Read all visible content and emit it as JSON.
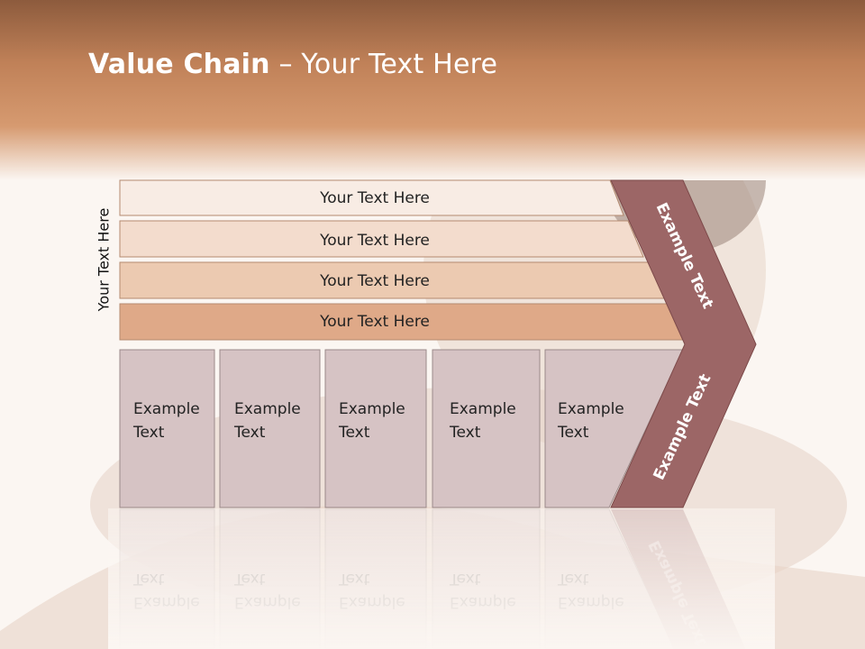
{
  "title": {
    "bold": "Value Chain",
    "rest": " – Your Text Here"
  },
  "side_label": "Your Text Here",
  "bars": [
    {
      "label": "Your Text Here",
      "color": "#f8ece4"
    },
    {
      "label": "Your Text Here",
      "color": "#f3dccd"
    },
    {
      "label": "Your Text Here",
      "color": "#eccab1"
    },
    {
      "label": "Your Text Here",
      "color": "#dfa988"
    }
  ],
  "boxes": [
    {
      "line1": "Example",
      "line2": "Text"
    },
    {
      "line1": "Example",
      "line2": "Text"
    },
    {
      "line1": "Example",
      "line2": "Text"
    },
    {
      "line1": "Example",
      "line2": "Text"
    },
    {
      "line1": "Example",
      "line2": "Text"
    }
  ],
  "chevron": {
    "upper_label": "Example Text",
    "lower_label": "Example Text",
    "color": "#9c6666"
  },
  "colors": {
    "header": "#c98d62",
    "box_fill": "#d6c3c4",
    "box_stroke": "#9b8a8a"
  }
}
